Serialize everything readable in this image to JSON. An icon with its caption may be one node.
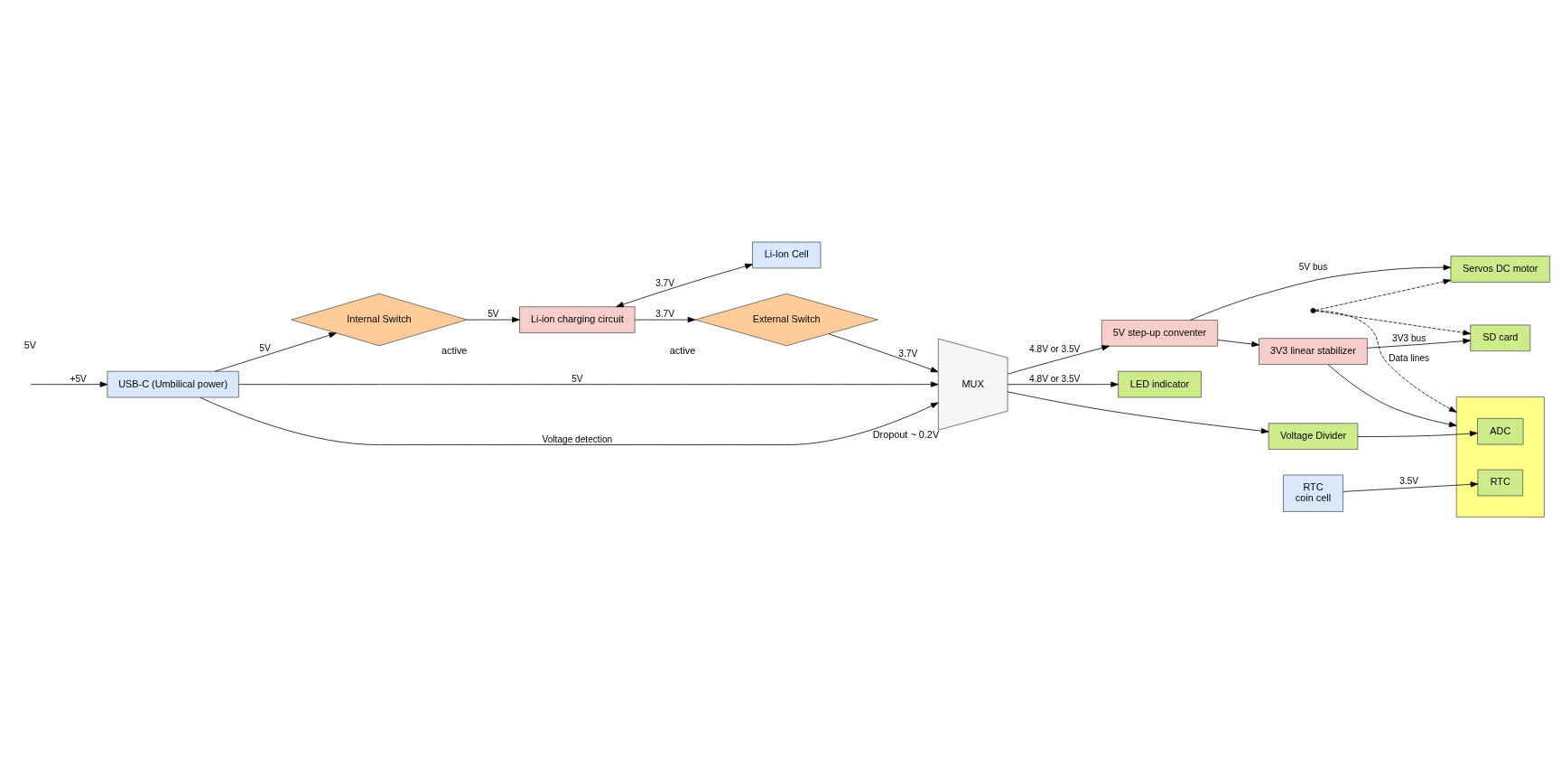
{
  "diagram": {
    "nodes": [
      {
        "text": [
          "USB-C (Umbilical power)"
        ]
      },
      {
        "text": [
          "Internal Switch"
        ],
        "beside": [
          "active"
        ]
      },
      {
        "text": [
          "Li-ion charging circuit"
        ]
      },
      {
        "text": [
          "Li-Ion Cell"
        ]
      },
      {
        "text": [
          "External Switch"
        ],
        "beside": [
          "active"
        ]
      },
      {
        "text": [
          "MUX"
        ],
        "beside": [
          "Dropout ~ 0.2V"
        ]
      },
      {
        "text": [
          "5V step-up conventer"
        ]
      },
      {
        "text": [
          "3V3 linear stabilizer"
        ]
      },
      {
        "text": [
          "LED indicator"
        ]
      },
      {
        "text": [
          "Voltage Divider"
        ]
      },
      {
        "text": [
          "RTC",
          "coin cell"
        ]
      },
      {
        "text": [],
        "shape": "box"
      },
      {
        "text": [
          "ADC"
        ],
        "in": 11
      },
      {
        "text": [
          "RTC"
        ],
        "in": 11
      },
      {
        "text": [
          "SD card"
        ]
      },
      {
        "text": [
          "Servos DC motor"
        ]
      },
      {
        "text": [],
        "shape": "circle"
      }
    ],
    "edges": [
      {
        "from": null,
        "to": 0,
        "arrow": "to",
        "label": "+5V"
      },
      {
        "from": 0,
        "to": 1,
        "arrow": "to",
        "label": "5V"
      },
      {
        "from": 0,
        "to": 5,
        "arrow": "to",
        "label": "5V"
      },
      {
        "from": 0,
        "to": 5,
        "arrow": "to",
        "label": "Voltage detection"
      },
      {
        "from": 1,
        "to": 2,
        "arrow": "to",
        "label": "5V"
      },
      {
        "from": 2,
        "to": 3,
        "arrow": "both",
        "label": "3.7V"
      },
      {
        "from": 2,
        "to": 4,
        "arrow": "to",
        "label": "3.7V"
      },
      {
        "from": 4,
        "to": 5,
        "arrow": "to",
        "label": "3.7V"
      },
      {
        "from": 5,
        "to": 6,
        "arrow": "to",
        "label": "4.8V or 3.5V"
      },
      {
        "from": 5,
        "to": 8,
        "arrow": "to",
        "label": "4.8V or 3.5V"
      },
      {
        "from": 5,
        "to": 9,
        "arrow": "to"
      },
      {
        "from": 6,
        "to": 7,
        "arrow": "to"
      },
      {
        "from": 6,
        "to": 15,
        "arrow": "to",
        "label": "5V bus"
      },
      {
        "from": 7,
        "to": 14,
        "arrow": "to",
        "label": "3V3 bus"
      },
      {
        "from": 7,
        "to": 11,
        "arrow": "to"
      },
      {
        "from": 9,
        "to": 12,
        "arrow": "to"
      },
      {
        "from": 10,
        "to": 13,
        "arrow": "to",
        "label": "3.5V"
      },
      {
        "from": 16,
        "to": 11,
        "arrow": "to",
        "style": "dashed",
        "label": "Data lines"
      },
      {
        "from": 16,
        "to": 14,
        "arrow": "to",
        "style": "dashed"
      },
      {
        "from": 16,
        "to": 15,
        "arrow": "to",
        "style": "dashed"
      }
    ],
    "labels": [
      "5V"
    ]
  }
}
